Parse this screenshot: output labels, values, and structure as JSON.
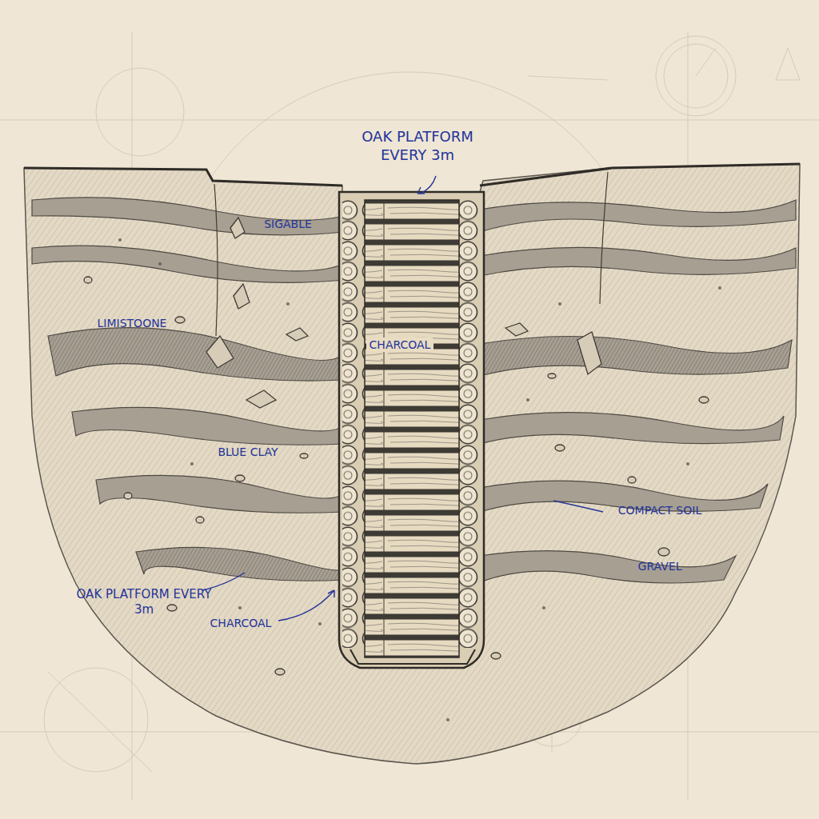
{
  "diagram": {
    "labels": [
      "OAK PLATFORM EVERY 3m",
      "SIGABLE",
      "LIMISTOONE",
      "CHARCOAL",
      "BLUE CLAY",
      "COMPACT SOIL",
      "GRAVEL",
      "OAK PLATFORM EVERY 3m",
      "CHARCOAL"
    ]
  }
}
